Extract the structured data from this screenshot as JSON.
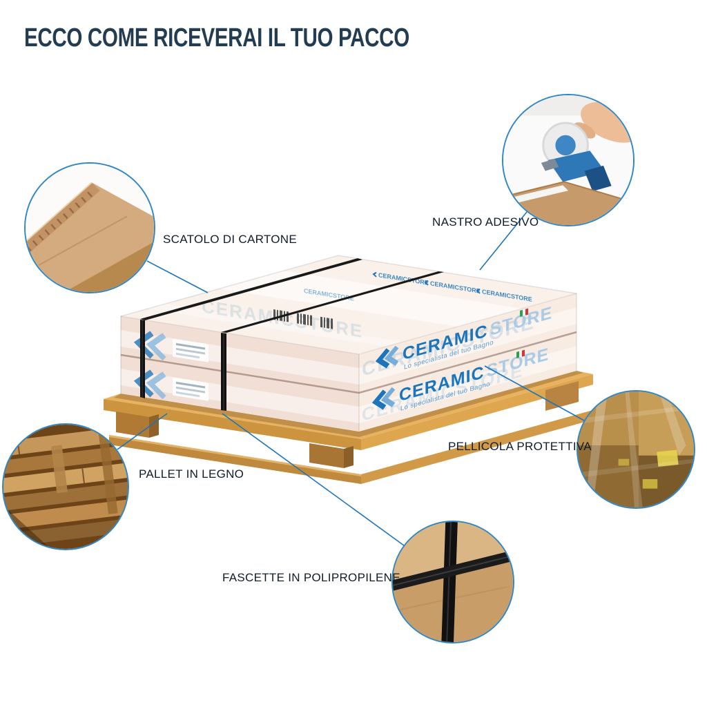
{
  "title": "ECCO COME RICEVERAI IL TUO PACCO",
  "callouts": [
    {
      "id": "scatolo",
      "label": "SCATOLO DI CARTONE"
    },
    {
      "id": "nastro",
      "label": "NASTRO ADESIVO"
    },
    {
      "id": "pallet",
      "label": "PALLET IN LEGNO"
    },
    {
      "id": "pellicola",
      "label": "PELLICOLA PROTETTIVA"
    },
    {
      "id": "fascette",
      "label": "FASCETTE IN POLIPROPILENE"
    }
  ],
  "brand": {
    "name": "CERAMIC",
    "suffix": "STORE",
    "combined": "CERAMICSTORE",
    "tagline": "Lo specialista del tuo Bagno"
  },
  "colors": {
    "accent_blue": "#1b75bc",
    "brand_light_blue": "#a9cbe7",
    "title_color": "#233c52",
    "label_color": "#101c28",
    "wood": "#d99f4c",
    "kraft": "#c89a6b",
    "strap": "#151515"
  }
}
